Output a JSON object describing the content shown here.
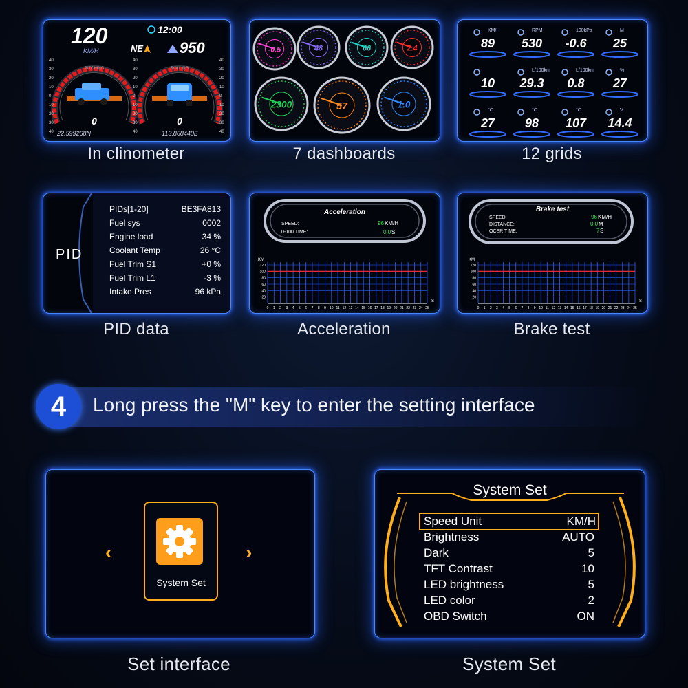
{
  "inclinometer": {
    "speed": "120",
    "speed_unit": "KM/H",
    "time": "12:00",
    "direction": "NE",
    "altitude": "950",
    "pitch_title": "PITCHING",
    "roll_title": "ROLLING",
    "pitch_value": "0",
    "roll_value": "0",
    "latitude": "22.599268N",
    "longitude": "113.868440E",
    "scale_labels": [
      "40",
      "30",
      "20",
      "10",
      "0",
      "10",
      "20",
      "30",
      "40"
    ]
  },
  "dashboards": {
    "values": [
      "-0.5",
      "48",
      "66",
      "2.4",
      "2300",
      "57",
      "1.0"
    ],
    "colors": [
      "#ff3fd2",
      "#8a6bff",
      "#22d6c9",
      "#ff2a2a",
      "#22d05a",
      "#ff8a1e",
      "#2f8bff"
    ]
  },
  "grids": {
    "values": [
      "89",
      "530",
      "-0.6",
      "25",
      "10",
      "29.3",
      "0.8",
      "27",
      "27",
      "98",
      "107",
      "14.4"
    ],
    "units": [
      "KM/H",
      "RPM",
      "100kPa",
      "M",
      "",
      "L/100km",
      "L/100km",
      "%",
      "°C",
      "°C",
      "°C",
      "V"
    ]
  },
  "pid": {
    "side_label": "PID",
    "rows": [
      {
        "label": "PIDs[1-20]",
        "value": "BE3FA813"
      },
      {
        "label": "Fuel sys",
        "value": "0002"
      },
      {
        "label": "Engine load",
        "value": "34 %"
      },
      {
        "label": "Coolant Temp",
        "value": "26 °C"
      },
      {
        "label": "Fuel Trim S1",
        "value": "+0 %"
      },
      {
        "label": "Fuel Trim L1",
        "value": "-3 %"
      },
      {
        "label": "Intake Pres",
        "value": "96 kPa"
      }
    ]
  },
  "acceleration": {
    "title": "Acceleration",
    "speed_label": "SPEED:",
    "speed_value": "96",
    "speed_unit": "KM/H",
    "time_label": "0-100 TIME:",
    "time_value": "0.0",
    "time_unit": "S",
    "axis_unit": "KM",
    "x_unit": "S",
    "y_ticks": [
      "120",
      "100",
      "80",
      "60",
      "40",
      "20"
    ],
    "x_ticks": [
      "0",
      "1",
      "2",
      "3",
      "4",
      "5",
      "6",
      "7",
      "8",
      "9",
      "10",
      "11",
      "12",
      "13",
      "14",
      "15",
      "16",
      "17",
      "18",
      "19",
      "20",
      "21",
      "22",
      "23",
      "24",
      "25"
    ]
  },
  "brake": {
    "title": "Brake test",
    "speed_label": "SPEED:",
    "speed_value": "96",
    "speed_unit": "KM/H",
    "distance_label": "DISTANCE:",
    "distance_value": "0.0",
    "distance_unit": "M",
    "time_label": "OCER TIME:",
    "time_value": "7",
    "time_unit": "S",
    "axis_unit": "KM",
    "x_unit": "S",
    "y_ticks": [
      "120",
      "100",
      "80",
      "60",
      "40",
      "20"
    ],
    "x_ticks": [
      "0",
      "1",
      "2",
      "3",
      "4",
      "5",
      "6",
      "7",
      "8",
      "9",
      "10",
      "11",
      "12",
      "13",
      "14",
      "15",
      "16",
      "17",
      "18",
      "19",
      "20",
      "21",
      "22",
      "23",
      "24",
      "25"
    ]
  },
  "captions": {
    "inclinometer": "In clinometer",
    "dashboards": "7 dashboards",
    "grids": "12 grids",
    "pid": "PID data",
    "acceleration": "Acceleration",
    "brake": "Brake test",
    "set_interface": "Set interface",
    "system_set": "System Set"
  },
  "step": {
    "number": "4",
    "text": "Long press the \"M\" key to enter the setting interface"
  },
  "set_interface": {
    "tile_label": "System Set",
    "left_arrow": "‹",
    "right_arrow": "›"
  },
  "system_set": {
    "title": "System Set",
    "accent": "#ffb01e",
    "rows": [
      {
        "label": "Speed Unit",
        "value": "KM/H",
        "selected": true
      },
      {
        "label": "Brightness",
        "value": "AUTO"
      },
      {
        "label": "Dark",
        "value": "5"
      },
      {
        "label": "TFT Contrast",
        "value": "10"
      },
      {
        "label": "LED brightness",
        "value": "5"
      },
      {
        "label": "LED color",
        "value": "2"
      },
      {
        "label": "OBD Switch",
        "value": "ON"
      }
    ]
  }
}
